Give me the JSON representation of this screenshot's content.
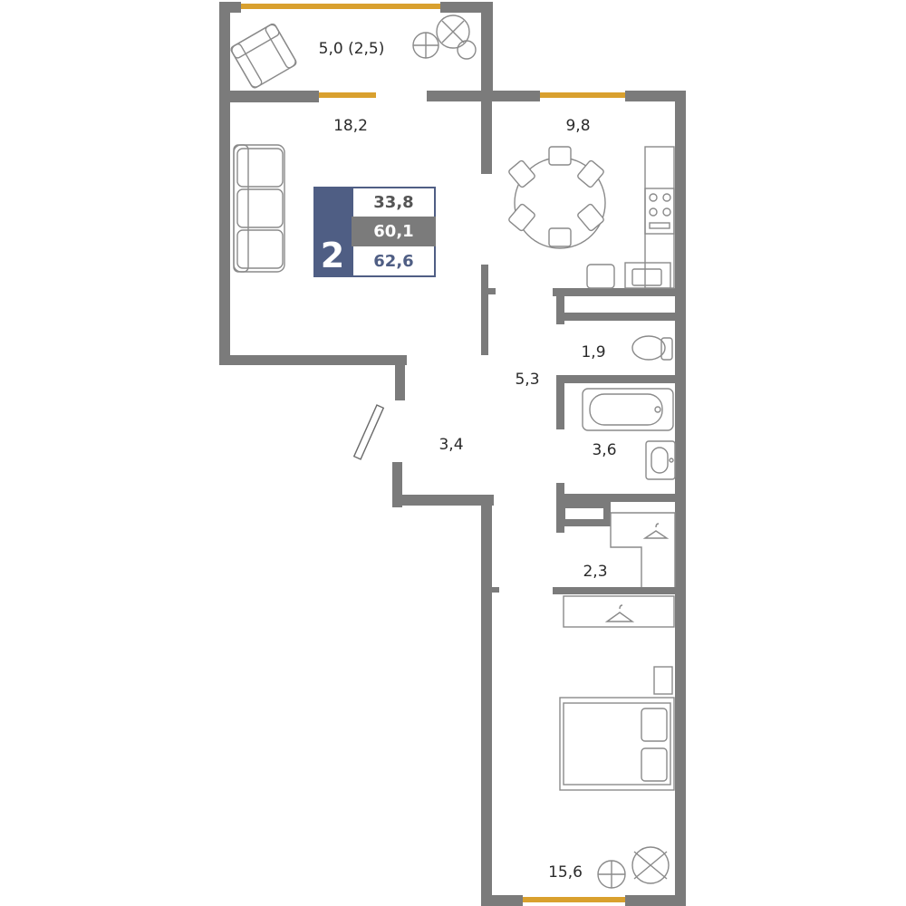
{
  "rooms": {
    "balcony": "5,0 (2,5)",
    "living": "18,2",
    "kitchen": "9,8",
    "toilet": "1,9",
    "corridor": "5,3",
    "hall": "3,4",
    "bathroom": "3,6",
    "closet": "2,3",
    "bedroom": "15,6"
  },
  "summary": {
    "room_count": "2",
    "living_area": "33,8",
    "total_area": "60,1",
    "area_with_balcony": "62,6"
  },
  "colors": {
    "wall": "#7b7b7b",
    "window": "#d9a02e",
    "badge": "#4f5e84"
  }
}
